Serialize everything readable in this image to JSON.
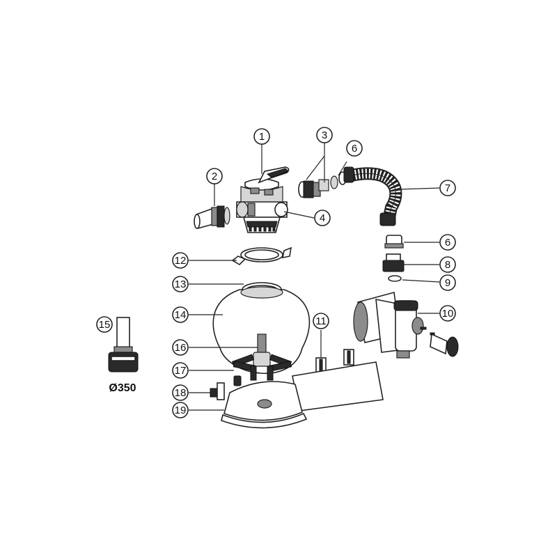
{
  "callouts": [
    "1",
    "2",
    "3",
    "4",
    "6",
    "7",
    "6",
    "8",
    "9",
    "10",
    "11",
    "12",
    "13",
    "14",
    "15",
    "16",
    "17",
    "18",
    "19"
  ],
  "size_label": "Ø350"
}
